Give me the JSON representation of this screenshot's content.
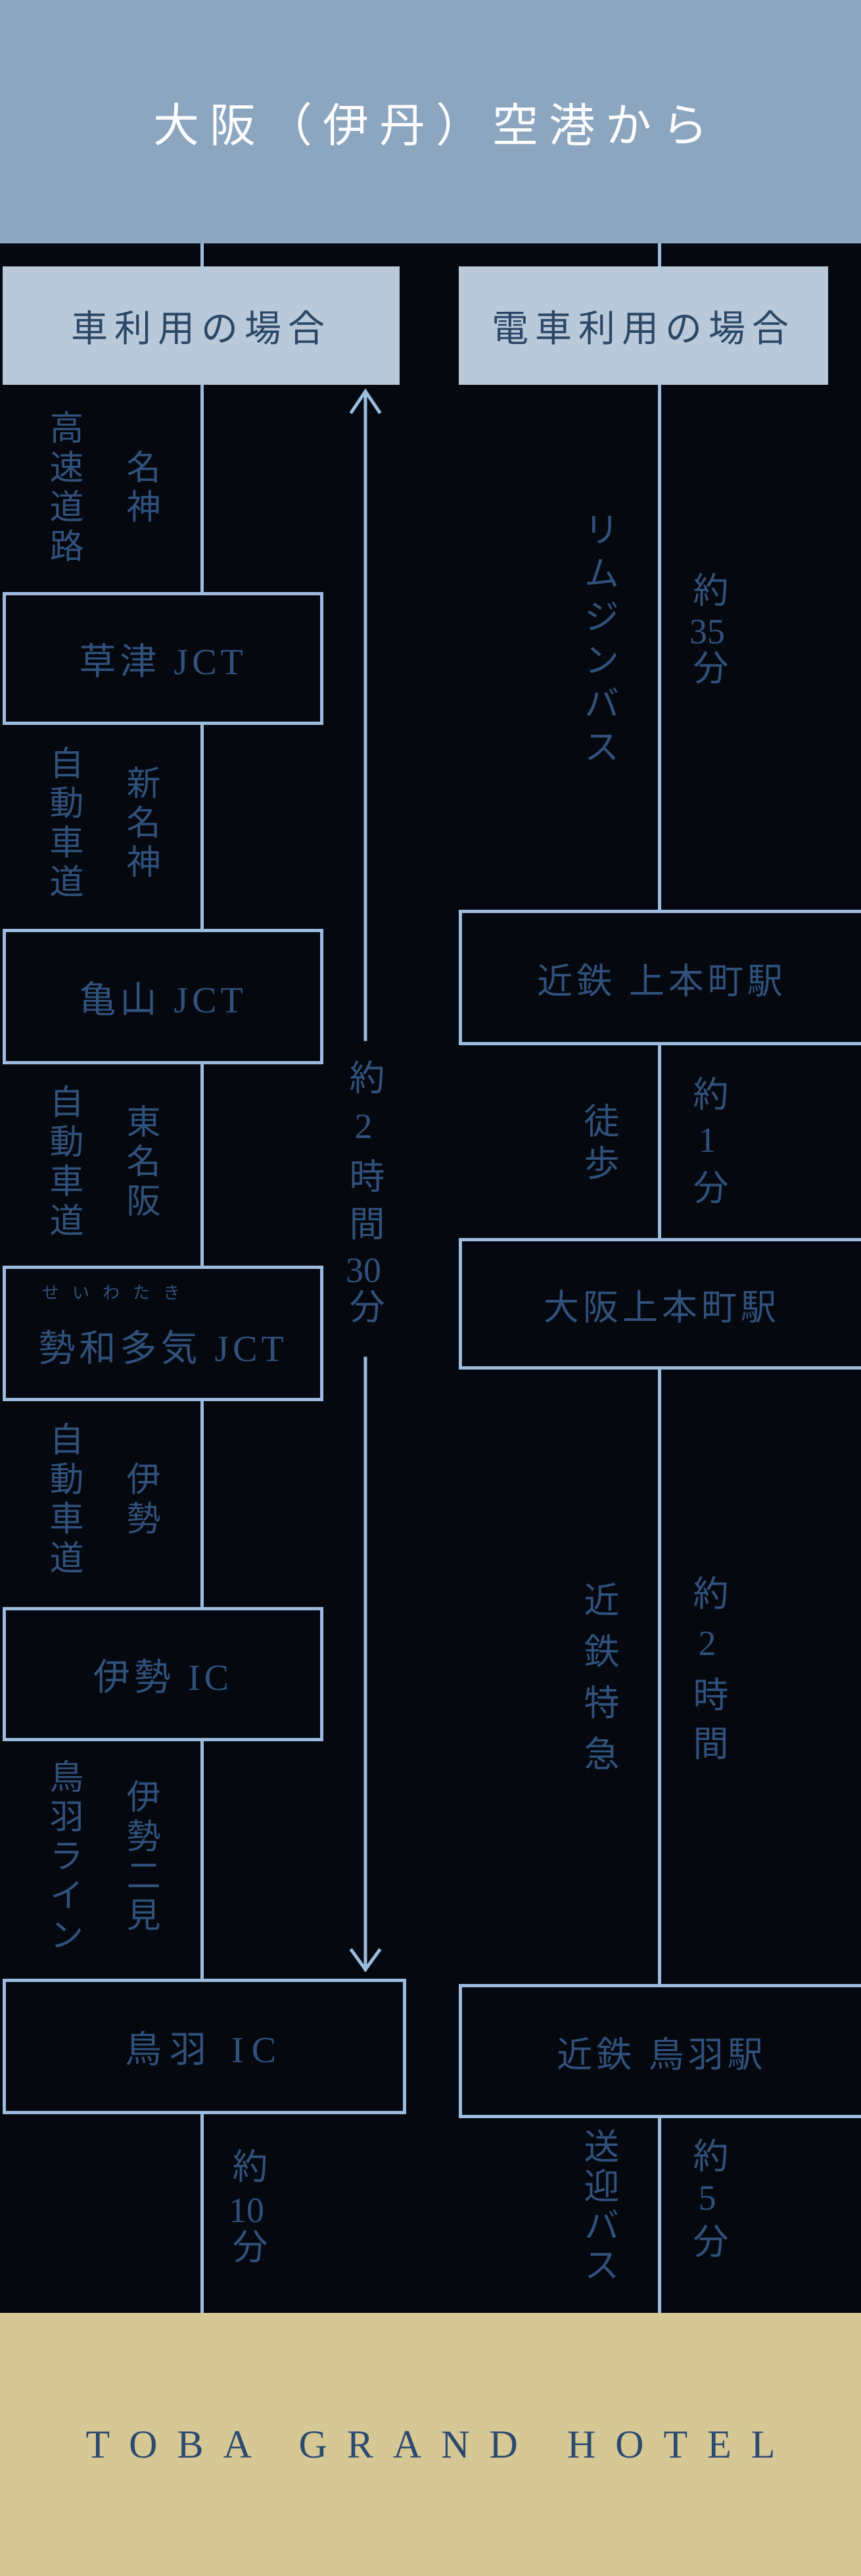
{
  "colors": {
    "bg": "#05080e",
    "band": "#8ca6bf",
    "panel": "#b9c9d9",
    "panel-text": "#2a4766",
    "line": "#9cbcdf",
    "navy": "#30517b",
    "title-text": "#fdfdff",
    "banner-bg": "#d6c895",
    "banner-text": "#2c4a70"
  },
  "header": {
    "title": "大阪（伊丹）空港から"
  },
  "car": {
    "header": "車利用の場合",
    "total_time": [
      {
        "t": "約"
      },
      {
        "t": "2"
      },
      {
        "t": "時"
      },
      {
        "t": "間"
      },
      {
        "t": "30",
        "tcy": true
      },
      {
        "t": "分"
      }
    ],
    "segments": [
      {
        "road_name": "名神",
        "road_type": "高速道路",
        "node": "草津 JCT"
      },
      {
        "road_name": "新名神",
        "road_type": "自動車道",
        "node": "亀山 JCT"
      },
      {
        "road_name": "東名阪",
        "road_type": "自動車道",
        "node": "勢和多気 JCT",
        "furigana": "せいわたき"
      },
      {
        "road_name": "伊勢",
        "road_type": "自動車道",
        "node": "伊勢 IC"
      },
      {
        "road_name": "伊勢二見",
        "road_type": "鳥羽ライン",
        "node": "鳥羽 IC"
      }
    ],
    "final_leg_time": [
      {
        "t": "約"
      },
      {
        "t": "10",
        "tcy": true
      },
      {
        "t": "分"
      }
    ]
  },
  "train": {
    "header": "電車利用の場合",
    "legs": [
      {
        "mode": "リムジンバス",
        "time": [
          {
            "t": "約"
          },
          {
            "t": "35",
            "tcy": true
          },
          {
            "t": "分"
          }
        ]
      },
      {
        "mode": "徒歩",
        "time": [
          {
            "t": "約"
          },
          {
            "t": "1"
          },
          {
            "t": "分"
          }
        ]
      },
      {
        "mode": "近鉄特急",
        "time": [
          {
            "t": "約"
          },
          {
            "t": "2"
          },
          {
            "t": "時"
          },
          {
            "t": "間"
          }
        ]
      },
      {
        "mode": "送迎バス",
        "time": [
          {
            "t": "約"
          },
          {
            "t": "5"
          },
          {
            "t": "分"
          }
        ]
      }
    ],
    "stations": [
      "近鉄 上本町駅",
      "大阪上本町駅",
      "近鉄 鳥羽駅"
    ]
  },
  "footer": {
    "hotel": "TOBA GRAND HOTEL"
  }
}
